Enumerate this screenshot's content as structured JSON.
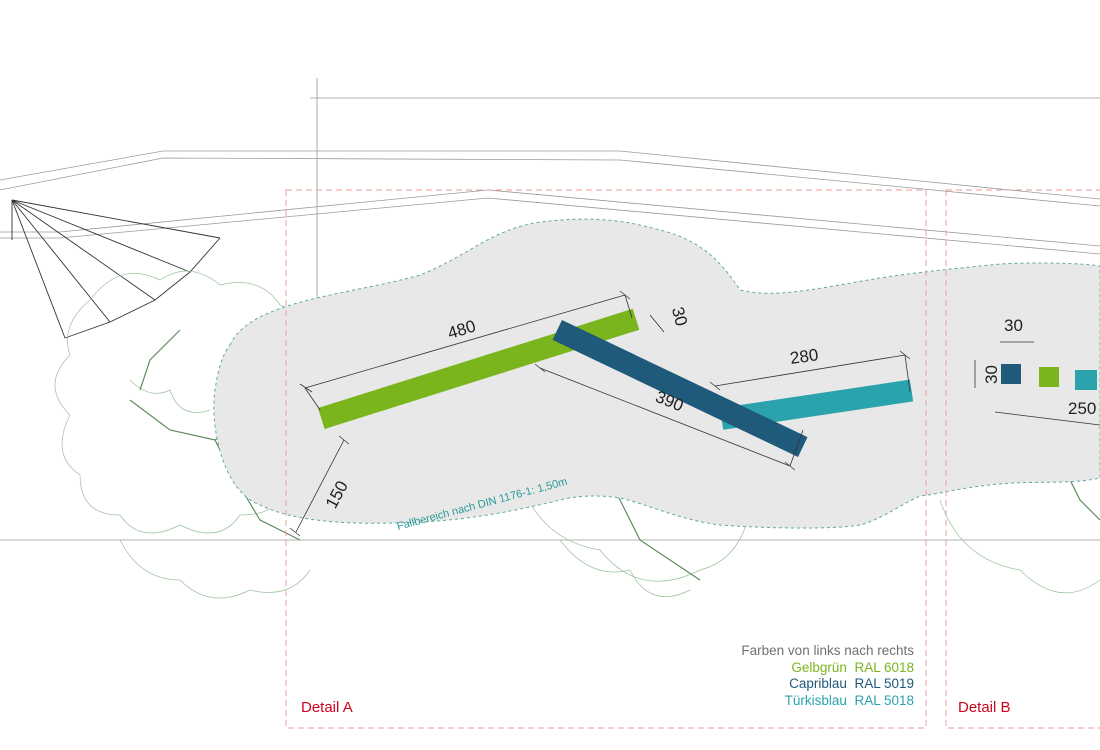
{
  "dimensions": {
    "d480": "480",
    "d30a": "30",
    "d280": "280",
    "d390": "390",
    "d150": "150",
    "d30b": "30",
    "d30c": "30",
    "d250": "250"
  },
  "annotation": {
    "fall_zone": "Fallbereich nach DIN 1176-1: 1,50m"
  },
  "legend": {
    "heading": "Farben von links nach rechts",
    "items": [
      {
        "name": "Gelbgrün",
        "code": "RAL 6018",
        "color": "#7ab51d"
      },
      {
        "name": "Capriblau",
        "code": "RAL 5019",
        "color": "#1f5a7a"
      },
      {
        "name": "Türkisblau",
        "code": "RAL 5018",
        "color": "#2aa3ad"
      }
    ]
  },
  "details": {
    "a": "Detail A",
    "b": "Detail B"
  },
  "colors": {
    "fall_zone_fill": "#e8e8e8",
    "fall_zone_outline": "#5fa9a0",
    "detail_frame": "#e89a9a",
    "detail_text": "#d0021b",
    "tree": "#6f9a6f"
  },
  "icons": [
    "tree-canopy-icon",
    "fan-shape-icon"
  ]
}
